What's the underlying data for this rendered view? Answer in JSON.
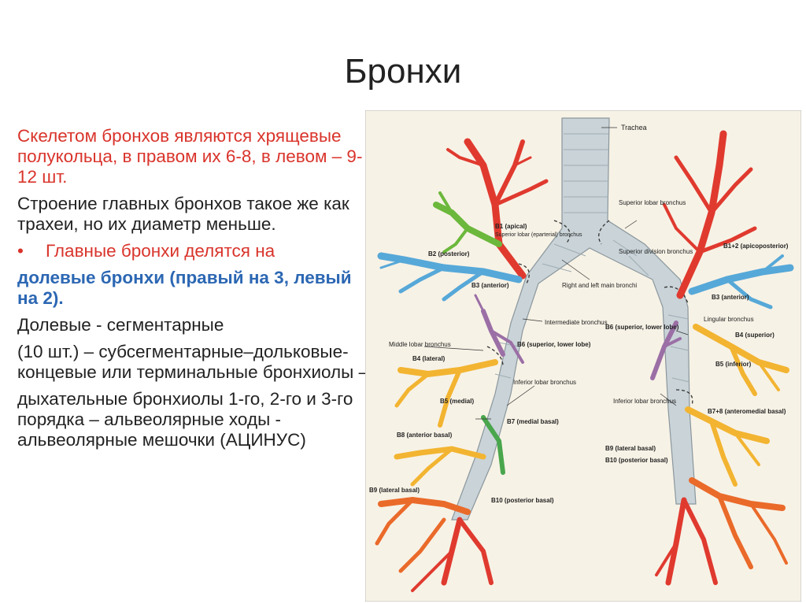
{
  "title": "Бронхи",
  "body": {
    "p1": "Скелетом бронхов являются хрящевые полукольца, в правом их 6-8, в левом – 9-12 шт.",
    "p2": "Строение главных бронхов такое же как трахеи, но их диаметр меньше.",
    "bullet_marker": "•",
    "bullet_red": "Главные бронхи делятся на",
    "bullet_blue": "долевые бронхи (правый на 3, левый на 2).",
    "p3": "Долевые  - сегментарные",
    "p4": "(10 шт.) – субсегментарные–дольковые-концевые  или терминальные бронхиолы –",
    "p5": "дыхательные бронхиолы 1-го, 2-го и 3-го порядка – альвеолярные ходы - альвеолярные мешочки (АЦИНУС)"
  },
  "figure": {
    "labels": {
      "trachea": "Trachea",
      "superior_lobar": "Superior lobar bronchus",
      "superior_division": "Superior division bronchus",
      "right_left_main": "Right and left main bronchi",
      "intermediate": "Intermediate bronchus",
      "lingular": "Lingular bronchus",
      "middle_lobar": "Middle lobar bronchus",
      "inferior_lobar_r": "Inferior lobar bronchus",
      "inferior_lobar_l": "Inferior lobar bronchus",
      "superior_lower_lobe_l": "B6 (superior, lower lobe)",
      "b1_apical": "B1 (apical)",
      "b1_apical_sub": "Superior lobar (eparterial) bronchus",
      "b2_posterior": "B2 (posterior)",
      "b3_anterior_r": "B3 (anterior)",
      "b4_lateral": "B4 (lateral)",
      "b5_medial": "B5 (medial)",
      "b6_superior_lower": "B6 (superior, lower lobe)",
      "b7_medial_basal": "B7 (medial basal)",
      "b8_anterior_basal": "B8 (anterior basal)",
      "b9_lateral_basal_r": "B9 (lateral basal)",
      "b10_posterior_basal_r": "B10 (posterior basal)",
      "b12_apicoposterior": "B1+2 (apicoposterior)",
      "b3_anterior_l": "B3 (anterior)",
      "b4_superior_l": "B4 (superior)",
      "b5_inferior_l": "B5 (inferior)",
      "b6_superior_l": "B6 (superior, lower lobe)",
      "b78_anteromedial": "B7+8 (anteromedial basal)",
      "b9_lateral_basal_l": "B9 (lateral basal)",
      "b10_posterior_basal_l": "B10 (posterior basal)"
    }
  },
  "colors": {
    "title": "#222222",
    "red_text": "#d9342b",
    "blue_text": "#2c67b3",
    "figure_bg": "#f7f2e6",
    "trachea": "#c9d3d8",
    "b1_red": "#e03a2f",
    "b2_green": "#6cb83c",
    "b3_blue": "#56a8d8",
    "b6_purple": "#9b6fa6",
    "b4_yellow": "#f2b431",
    "b7_green": "#4aa64c",
    "b10_orange": "#ea6a2a"
  }
}
